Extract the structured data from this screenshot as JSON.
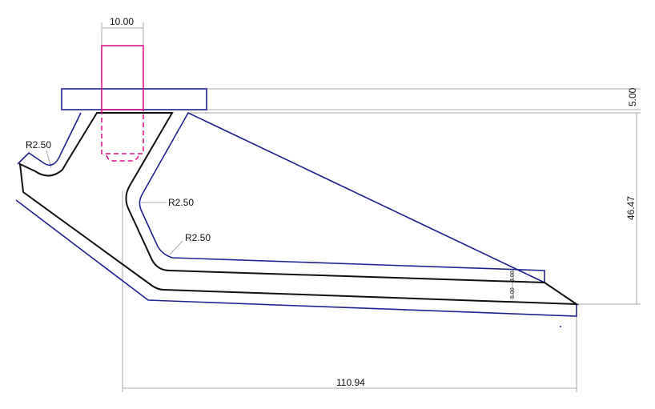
{
  "dimensions": {
    "width_top": "10.00",
    "plate_thickness": "5.00",
    "height": "46.47",
    "length": "110.94",
    "radius_1": "R2.50",
    "radius_2": "R2.50",
    "radius_3": "R2.50",
    "small_gap_1": "5.00",
    "small_gap_2": "3.00"
  },
  "colors": {
    "outline_blue": "#1f2190",
    "profile_black": "#111111",
    "insert_pink": "#e0168c"
  }
}
